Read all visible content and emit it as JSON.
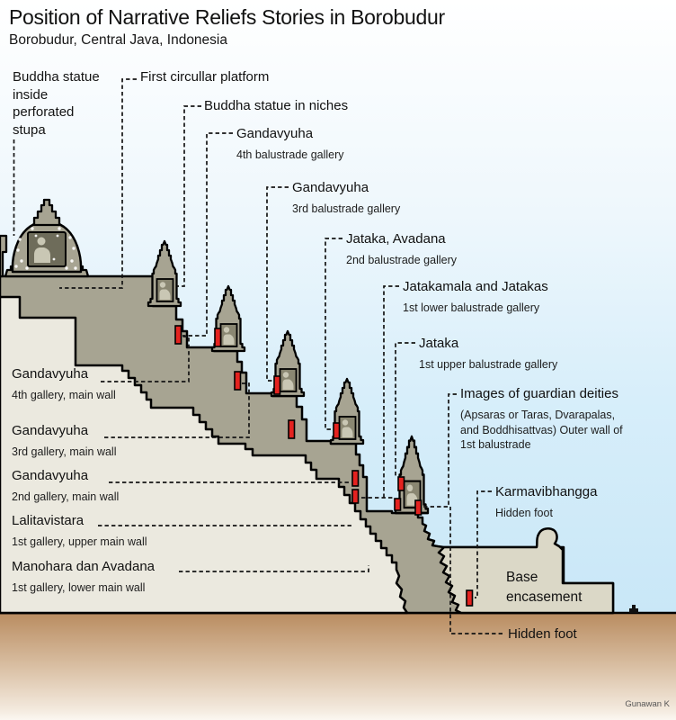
{
  "title": "Position of Narrative Reliefs Stories in Borobudur",
  "subtitle": "Borobudur, Central Java, Indonesia",
  "credit": "Gunawan K",
  "colors": {
    "sky_blue": "#c9e7f7",
    "structure_khaki": "#a7a492",
    "gallery_light": "#ebe9df",
    "base_encasement": "#dbd8c7",
    "relief_red": "#e42320",
    "ground_brown": "#b98c60",
    "outline": "#000000"
  },
  "labels": {
    "stupa": {
      "title": "Buddha statue\ninside\nperforated\nstupa"
    },
    "right": [
      {
        "title": "First circullar platform",
        "sub": ""
      },
      {
        "title": "Buddha statue in niches",
        "sub": ""
      },
      {
        "title": "Gandavyuha",
        "sub": "4th balustrade gallery"
      },
      {
        "title": "Gandavyuha",
        "sub": "3rd balustrade gallery"
      },
      {
        "title": "Jataka, Avadana",
        "sub": "2nd balustrade gallery"
      },
      {
        "title": "Jatakamala and Jatakas",
        "sub": "1st lower balustrade gallery"
      },
      {
        "title": "Jataka",
        "sub": "1st upper balustrade gallery"
      },
      {
        "title": "Images of guardian deities",
        "sub": "(Apsaras or Taras, Dvarapalas,\nand Boddhisattvas) Outer wall of\n1st balustrade"
      },
      {
        "title": "Karmavibhangga",
        "sub": "Hidden foot"
      },
      {
        "title": "Hidden foot",
        "sub": ""
      }
    ],
    "left": [
      {
        "title": "Gandavyuha",
        "sub": "4th gallery, main wall"
      },
      {
        "title": "Gandavyuha",
        "sub": "3rd gallery, main wall"
      },
      {
        "title": "Gandavyuha",
        "sub": "2nd gallery, main wall"
      },
      {
        "title": "Lalitavistara",
        "sub": "1st gallery, upper main wall"
      },
      {
        "title": "Manohara dan Avadana",
        "sub": "1st gallery, lower main wall"
      }
    ],
    "base": "Base\nencasement"
  }
}
